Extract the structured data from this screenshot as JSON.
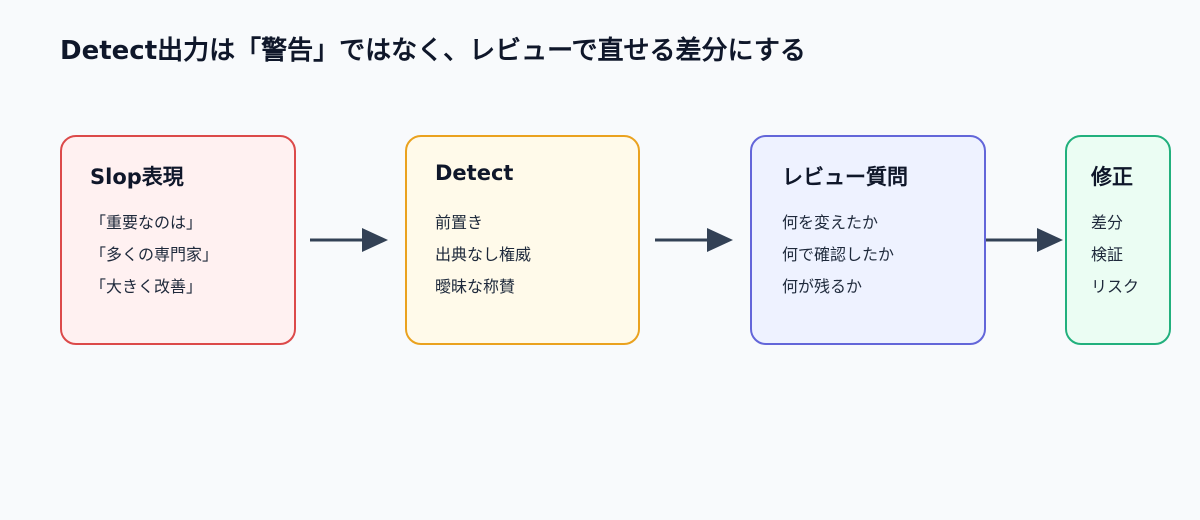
{
  "title": "Detect出力は「警告」ではなく、レビューで直せる差分にする",
  "nodes": [
    {
      "title": "Slop表現",
      "items": [
        "「重要なのは」",
        "「多くの専門家」",
        "「大きく改善」"
      ],
      "border_color": "#dc4a4a",
      "fill_color": "#fff1f1"
    },
    {
      "title": "Detect",
      "items": [
        "前置き",
        "出典なし権威",
        "曖昧な称賛"
      ],
      "border_color": "#eaa21f",
      "fill_color": "#fffaea"
    },
    {
      "title": "レビュー質問",
      "items": [
        "何を変えたか",
        "何で確認したか",
        "何が残るか"
      ],
      "border_color": "#6366d9",
      "fill_color": "#eef2ff"
    },
    {
      "title": "修正",
      "items": [
        "差分",
        "検証",
        "リスク"
      ],
      "border_color": "#22b07d",
      "fill_color": "#ebfdf3"
    }
  ],
  "arrow_color": "#334155"
}
